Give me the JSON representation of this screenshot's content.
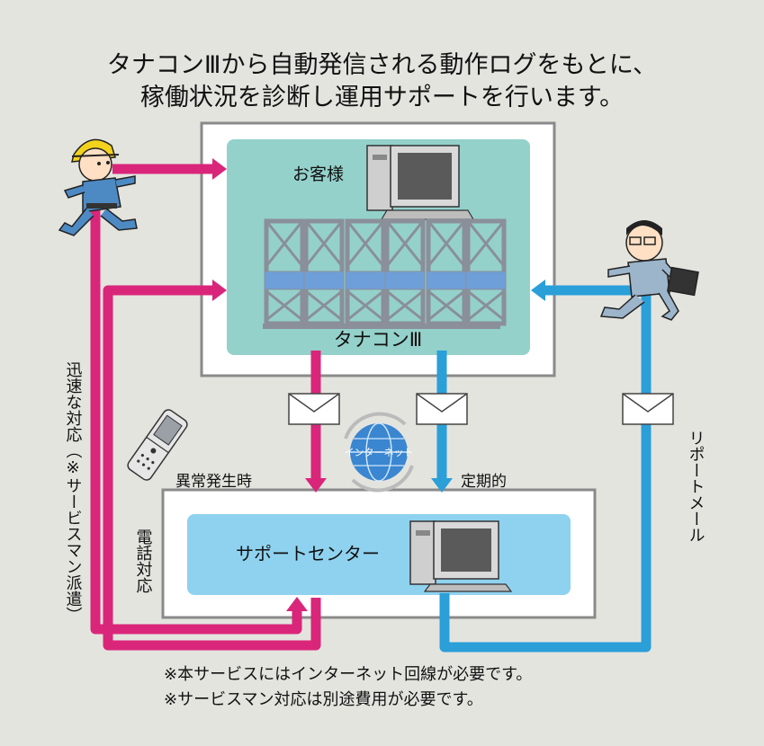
{
  "header": {
    "line1": "タナコンⅢから自動発信される動作ログをもとに、",
    "line2": "稼働状況を診断し運用サポートを行います。"
  },
  "customer": {
    "label": "お客様",
    "system_label": "タナコンⅢ"
  },
  "support_center": {
    "label": "サポートセンター",
    "phone_label": "電話対応"
  },
  "flows": {
    "abnormal_label": "異常発生時",
    "periodic_label": "定期的",
    "report_mail_label": "リポートメール",
    "rapid_response_label": "迅速な対応（※サービスマン派遣）",
    "internet_label": "インターネット"
  },
  "notes": [
    "※本サービスにはインターネット回線が必要です。",
    "※サービスマン対応は別途費用が必要です。"
  ],
  "colors": {
    "magenta": "#d9267a",
    "blue": "#2a9fd8",
    "customer_panel": "#94d1cb",
    "support_panel": "#8fd2ef",
    "frame": "#888888"
  }
}
